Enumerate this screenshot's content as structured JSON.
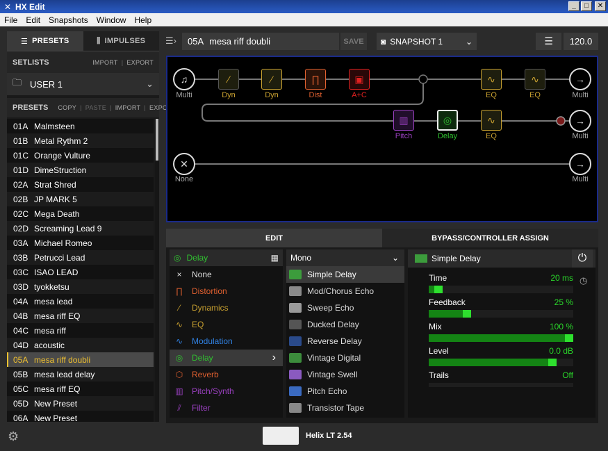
{
  "window": {
    "title": "HX Edit"
  },
  "menu": [
    "File",
    "Edit",
    "Snapshots",
    "Window",
    "Help"
  ],
  "left_tabs": {
    "presets": "PRESETS",
    "impulses": "IMPULSES"
  },
  "setlists": {
    "label": "SETLISTS",
    "import": "IMPORT",
    "export": "EXPORT",
    "current": "USER 1"
  },
  "presets": {
    "label": "PRESETS",
    "actions": [
      "COPY",
      "PASTE",
      "IMPORT",
      "EXPORT"
    ],
    "items": [
      {
        "num": "01A",
        "name": "Malmsteen"
      },
      {
        "num": "01B",
        "name": "Metal Rythm 2"
      },
      {
        "num": "01C",
        "name": "Orange Vulture"
      },
      {
        "num": "01D",
        "name": "DimeStruction"
      },
      {
        "num": "02A",
        "name": "Strat Shred"
      },
      {
        "num": "02B",
        "name": "JP MARK 5"
      },
      {
        "num": "02C",
        "name": "Mega Death"
      },
      {
        "num": "02D",
        "name": "Screaming Lead 9"
      },
      {
        "num": "03A",
        "name": "Michael Romeo"
      },
      {
        "num": "03B",
        "name": "Petrucci Lead"
      },
      {
        "num": "03C",
        "name": "ISAO LEAD"
      },
      {
        "num": "03D",
        "name": "tyokketsu"
      },
      {
        "num": "04A",
        "name": "mesa lead"
      },
      {
        "num": "04B",
        "name": "mesa riff EQ"
      },
      {
        "num": "04C",
        "name": "mesa riff"
      },
      {
        "num": "04D",
        "name": "acoustic"
      },
      {
        "num": "05A",
        "name": "mesa riff doubli"
      },
      {
        "num": "05B",
        "name": "mesa lead delay"
      },
      {
        "num": "05C",
        "name": "mesa riff EQ"
      },
      {
        "num": "05D",
        "name": "New Preset"
      },
      {
        "num": "06A",
        "name": "New Preset"
      }
    ],
    "selected_index": 16
  },
  "toolbar": {
    "preset_num": "05A",
    "preset_name": "mesa riff doubli",
    "save": "SAVE",
    "snapshot": "SNAPSHOT 1",
    "tempo": "120.0"
  },
  "chain": {
    "row1": {
      "input": "Multi",
      "output": "Multi"
    },
    "blocks": [
      {
        "label": "Dyn",
        "color": "#c8a030"
      },
      {
        "label": "Dyn",
        "color": "#c8a030"
      },
      {
        "label": "Dist",
        "color": "#e06030"
      },
      {
        "label": "A+C",
        "color": "#e02020"
      },
      {
        "label": "EQ",
        "color": "#c8a030"
      },
      {
        "label": "EQ",
        "color": "#c8a030"
      },
      {
        "label": "Pitch",
        "color": "#9a40c0"
      },
      {
        "label": "Delay",
        "color": "#30c030"
      },
      {
        "label": "EQ",
        "color": "#c8a030"
      }
    ],
    "row2": {
      "output": "Multi"
    },
    "row3": {
      "input": "None",
      "output": "Multi"
    }
  },
  "editor": {
    "tabs": [
      "EDIT",
      "BYPASS/CONTROLLER ASSIGN"
    ],
    "category_header": "Delay",
    "categories": [
      {
        "label": "None",
        "color": "#dddddd",
        "icon": "×"
      },
      {
        "label": "Distortion",
        "color": "#e06030",
        "icon": "∏"
      },
      {
        "label": "Dynamics",
        "color": "#c8a030",
        "icon": "⁄"
      },
      {
        "label": "EQ",
        "color": "#c8a030",
        "icon": "∿"
      },
      {
        "label": "Modulation",
        "color": "#3080e0",
        "icon": "∿"
      },
      {
        "label": "Delay",
        "color": "#30c030",
        "icon": "◎"
      },
      {
        "label": "Reverb",
        "color": "#e06030",
        "icon": "⬡"
      },
      {
        "label": "Pitch/Synth",
        "color": "#9a40c0",
        "icon": "▥"
      },
      {
        "label": "Filter",
        "color": "#9a40c0",
        "icon": "⫽"
      }
    ],
    "active_category": 5,
    "mode": "Mono",
    "models": [
      {
        "label": "Simple Delay",
        "color": "#3c9c3c"
      },
      {
        "label": "Mod/Chorus Echo",
        "color": "#8a8a8a"
      },
      {
        "label": "Sweep Echo",
        "color": "#9a9a9a"
      },
      {
        "label": "Ducked Delay",
        "color": "#555555"
      },
      {
        "label": "Reverse Delay",
        "color": "#2a4a8a"
      },
      {
        "label": "Vintage Digital",
        "color": "#3c8c3c"
      },
      {
        "label": "Vintage Swell",
        "color": "#8a5ac0"
      },
      {
        "label": "Pitch Echo",
        "color": "#3a6ac0"
      },
      {
        "label": "Transistor Tape",
        "color": "#888888"
      }
    ],
    "active_model": 0,
    "selected_model": "Simple Delay",
    "params": [
      {
        "name": "Time",
        "value": "20 ms",
        "fill": 0.04
      },
      {
        "name": "Feedback",
        "value": "25 %",
        "fill": 0.25
      },
      {
        "name": "Mix",
        "value": "100 %",
        "fill": 1.0
      },
      {
        "name": "Level",
        "value": "0.0 dB",
        "fill": 0.88
      },
      {
        "name": "Trails",
        "value": "Off",
        "fill": 0.0
      }
    ]
  },
  "status": {
    "device": "Helix LT 2.54"
  }
}
